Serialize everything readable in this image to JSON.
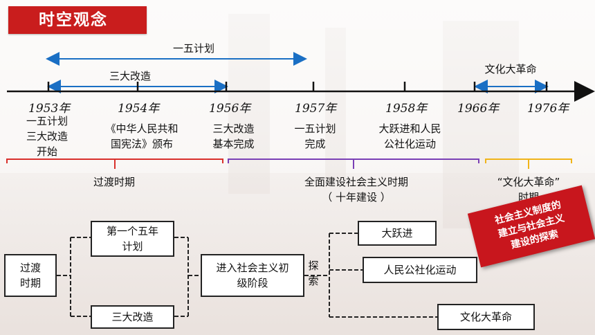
{
  "title": "时空观念",
  "top_labels": {
    "first_five_year_plan": "一五计划",
    "three_transformations": "三大改造",
    "cultural_revolution": "文化大革命"
  },
  "timeline": {
    "years": [
      "1953年",
      "1954年",
      "1956年",
      "1957年",
      "1958年",
      "1966年",
      "1976年"
    ],
    "events": [
      "一五计划\n三大改造\n开始",
      "《中华人民共和\n国宪法》颁布",
      "三大改造\n基本完成",
      "一五计划\n完成",
      "大跃进和人民\n公社化运动"
    ]
  },
  "periods": {
    "transition": "过渡时期",
    "construction": "全面建设社会主义时期\n（ 十年建设 ）",
    "cultural_revolution": "“文化大革命”\n时期"
  },
  "stamp": "社会主义制度的\n建立与社会主义\n建设的探索",
  "flow": {
    "transition": "过渡\n时期",
    "first_plan": "第一个五年\n计划",
    "three_transformations": "三大改造",
    "primary_stage": "进入社会主义初\n级阶段",
    "explore": "探\n索",
    "great_leap": "大跃进",
    "communes": "人民公社化运动",
    "cultural_revolution": "文化大革命"
  },
  "colors": {
    "title_red": "#c91d1d",
    "arrow_blue": "#1a6fc4",
    "bracket_red": "#d9302b",
    "bracket_purple": "#7a3fb5",
    "bracket_yellow": "#f0b419"
  }
}
